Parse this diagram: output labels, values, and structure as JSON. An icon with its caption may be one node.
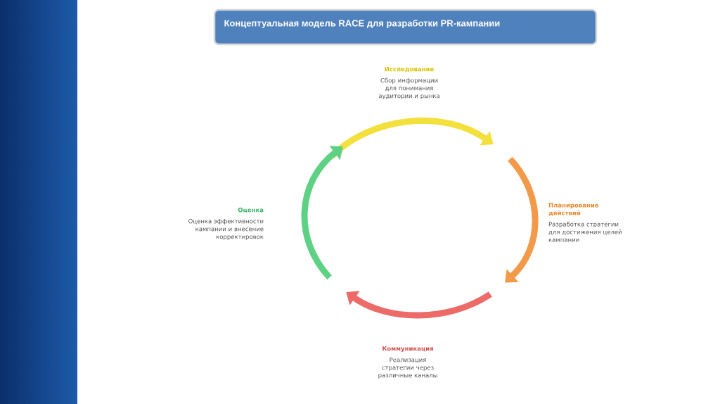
{
  "diagram": {
    "title": "Концептуальная модель RACE для разработки PR-кампании",
    "nodes": [
      {
        "text": [
          "Исследование",
          "Сбор информации для понимания аудитории и рынка"
        ]
      },
      {
        "text": [
          "Планирование действий",
          "Разработка стратегии для достижения целей кампании"
        ]
      },
      {
        "text": [
          "Коммуникация",
          "Реализация стратегии через различные каналы"
        ]
      },
      {
        "text": [
          "Оценка",
          "Оценка эффективности кампании и внесение корректировок"
        ]
      }
    ]
  }
}
